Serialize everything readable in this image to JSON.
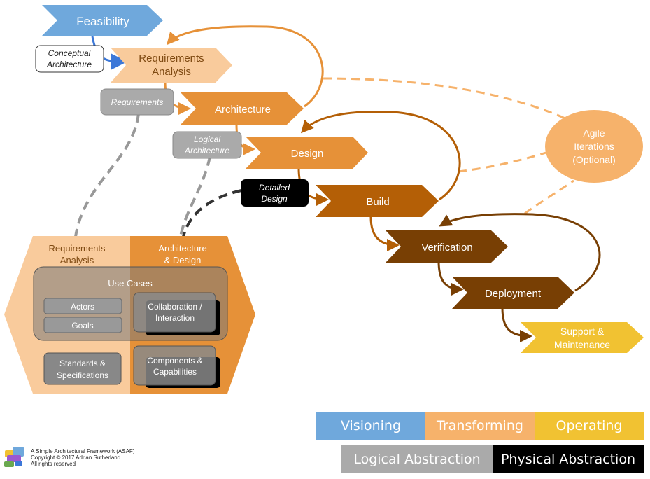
{
  "stages": {
    "feasibility": "Feasibility",
    "requirements_analysis_1": "Requirements",
    "requirements_analysis_2": "Analysis",
    "architecture": "Architecture",
    "design": "Design",
    "build": "Build",
    "verification": "Verification",
    "deployment": "Deployment",
    "support_1": "Support &",
    "support_2": "Maintenance"
  },
  "artifacts": {
    "conceptual_1": "Conceptual",
    "conceptual_2": "Architecture",
    "requirements": "Requirements",
    "logical_1": "Logical",
    "logical_2": "Architecture",
    "detailed_1": "Detailed",
    "detailed_2": "Design"
  },
  "agile": {
    "line1": "Agile",
    "line2": "Iterations",
    "line3": "(Optional)"
  },
  "hexagon": {
    "left_title_1": "Requirements",
    "left_title_2": "Analysis",
    "right_title_1": "Architecture",
    "right_title_2": "& Design",
    "use_cases": "Use Cases",
    "actors": "Actors",
    "goals": "Goals",
    "collab_1": "Collaboration /",
    "collab_2": "Interaction",
    "standards_1": "Standards &",
    "standards_2": "Specifications",
    "components_1": "Components &",
    "components_2": "Capabilities"
  },
  "legend": {
    "visioning": "Visioning",
    "transforming": "Transforming",
    "operating": "Operating",
    "logical": "Logical Abstraction",
    "physical": "Physical Abstraction"
  },
  "footer": {
    "line1": "A Simple Architectural Framework (ASAF)",
    "line2": "Copyright © 2017 Adrian Sutherland",
    "line3": "All rights reserved"
  },
  "colors": {
    "visioning": "#6fa8dc",
    "requirements": "#f9cb9c",
    "transforming": "#e69138",
    "build": "#b45f06",
    "delivery": "#783f04",
    "operating": "#f1c232",
    "logical": "#999999",
    "physical": "#000000"
  }
}
